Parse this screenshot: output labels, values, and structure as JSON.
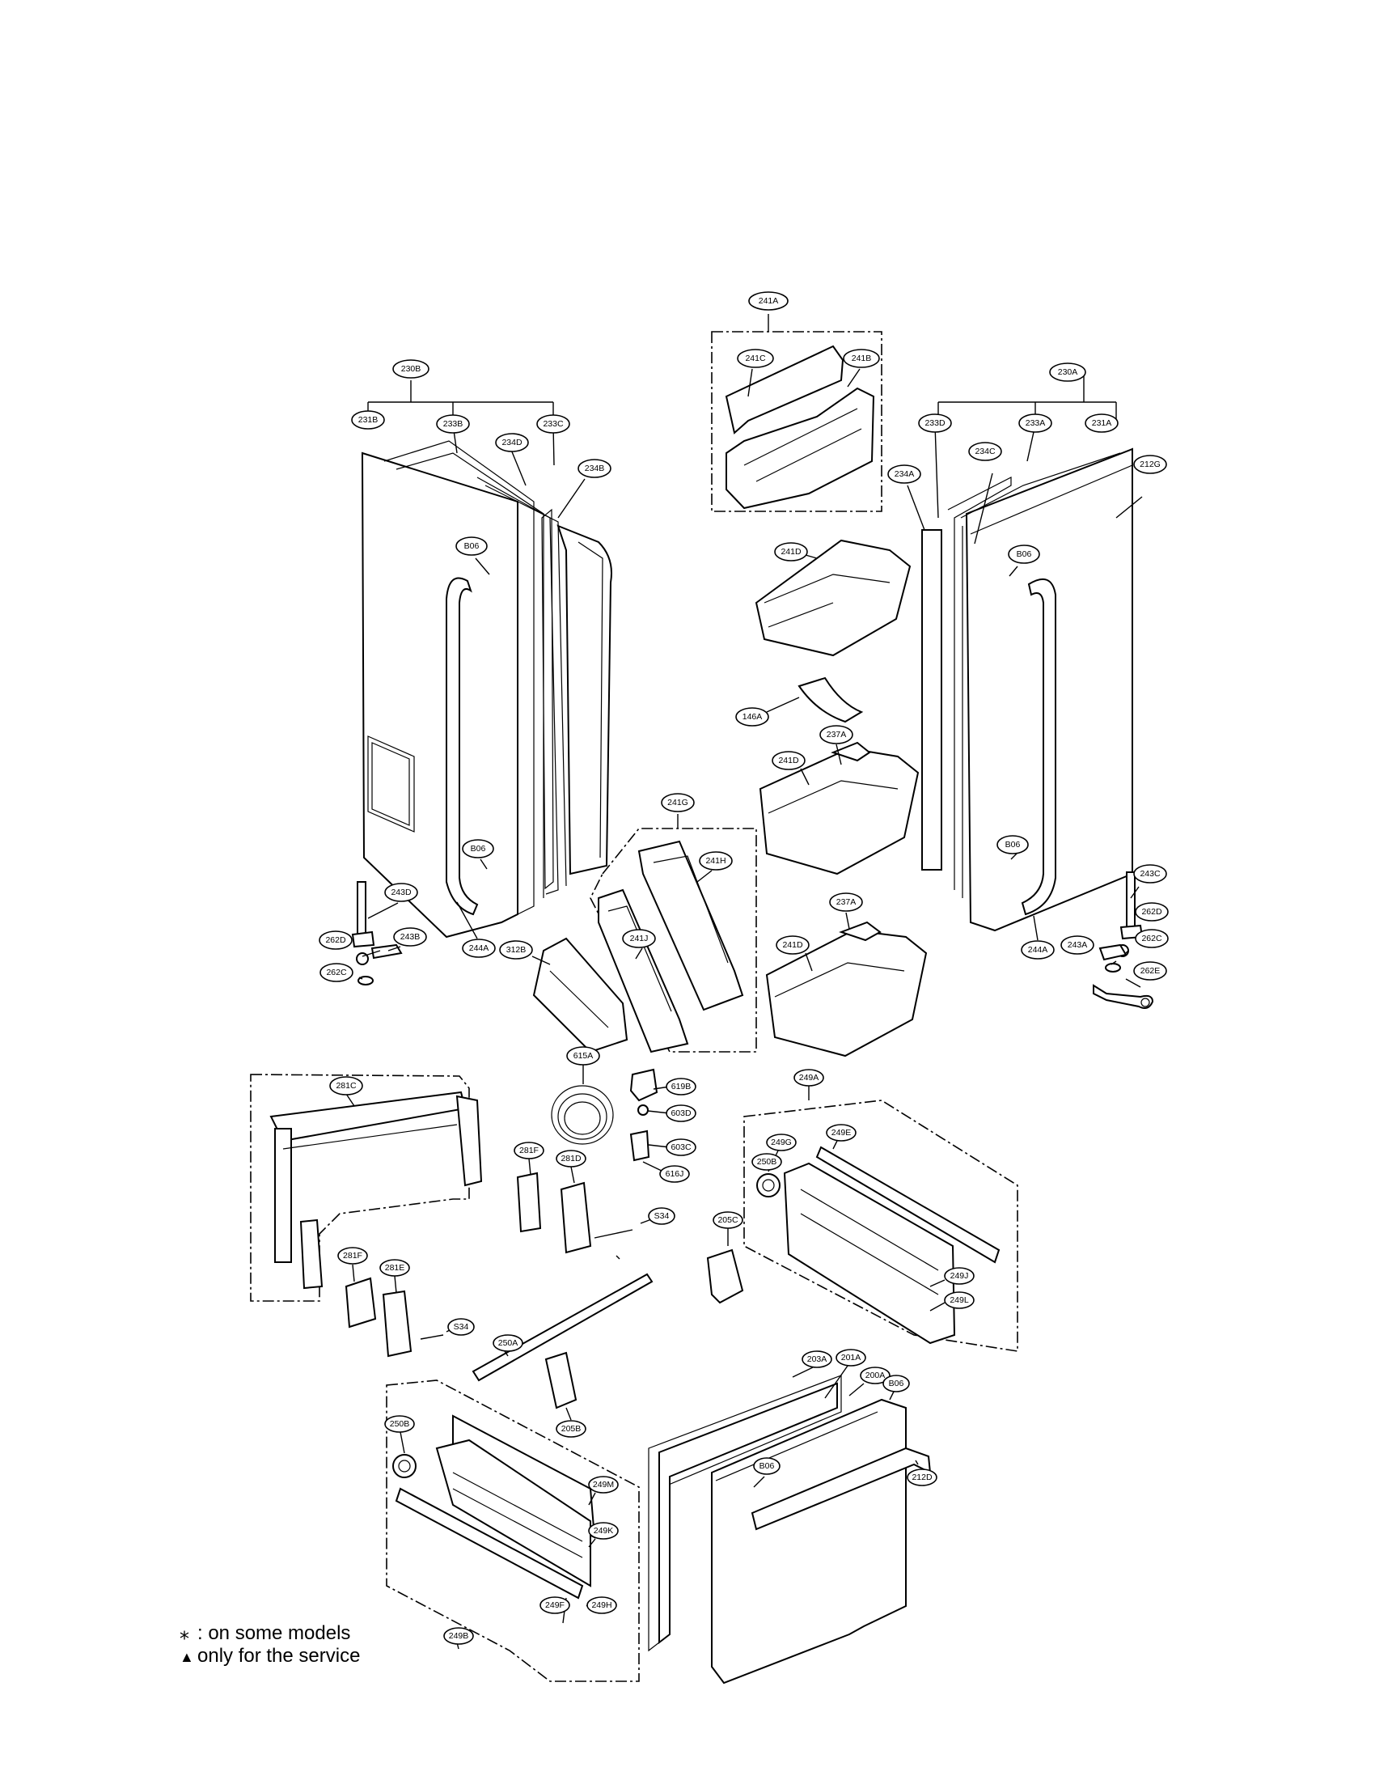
{
  "labels": {
    "l241A": "241A",
    "l241C": "241C",
    "l241B": "241B",
    "l230B": "230B",
    "l231B": "231B",
    "l233B": "233B",
    "l233C": "233C",
    "l234D": "234D",
    "l234B": "234B",
    "l230A": "230A",
    "l233D": "233D",
    "l233A": "233A",
    "l231A": "231A",
    "l234A": "234A",
    "l234C": "234C",
    "l212G": "212G",
    "lB06a": "B06",
    "lB06b": "B06",
    "lB06c": "B06",
    "lB06d": "B06",
    "lB06e": "B06",
    "lB06f": "B06",
    "l241Da": "241D",
    "l146A": "146A",
    "l237Aa": "237A",
    "l241Db": "241D",
    "l241G": "241G",
    "l241H": "241H",
    "l237Ab": "237A",
    "l241Dc": "241D",
    "l241J": "241J",
    "l312B": "312B",
    "l243D": "243D",
    "l262Da": "262D",
    "l243B": "243B",
    "l262Ca": "262C",
    "l244Aa": "244A",
    "l243C": "243C",
    "l262Db": "262D",
    "l243A": "243A",
    "l262Cb": "262C",
    "l262E": "262E",
    "l244Ab": "244A",
    "l615A": "615A",
    "l619B": "619B",
    "l603D": "603D",
    "l603C": "603C",
    "l616J": "616J",
    "l281C": "281C",
    "l281Fa": "281F",
    "l281D": "281D",
    "lS34a": "S34",
    "l281Fb": "281F",
    "l281E": "281E",
    "lS34b": "S34",
    "l250A": "250A",
    "l205B": "205B",
    "l205C": "205C",
    "l249A": "249A",
    "l249G": "249G",
    "l249E": "249E",
    "l250Ba": "250B",
    "l249J": "249J",
    "l249L": "249L",
    "l203A": "203A",
    "l201A": "201A",
    "l200A": "200A",
    "l212D": "212D",
    "l250Bb": "250B",
    "l249M": "249M",
    "l249K": "249K",
    "l249H": "249H",
    "l249F": "249F",
    "l249B": "249B"
  },
  "legend": {
    "symbol_star": "⁎",
    "star_text": ": on some models",
    "symbol_triangle": "▲",
    "triangle_text": "only for the service"
  },
  "colors": {
    "ink": "#000000",
    "paper": "#ffffff"
  }
}
